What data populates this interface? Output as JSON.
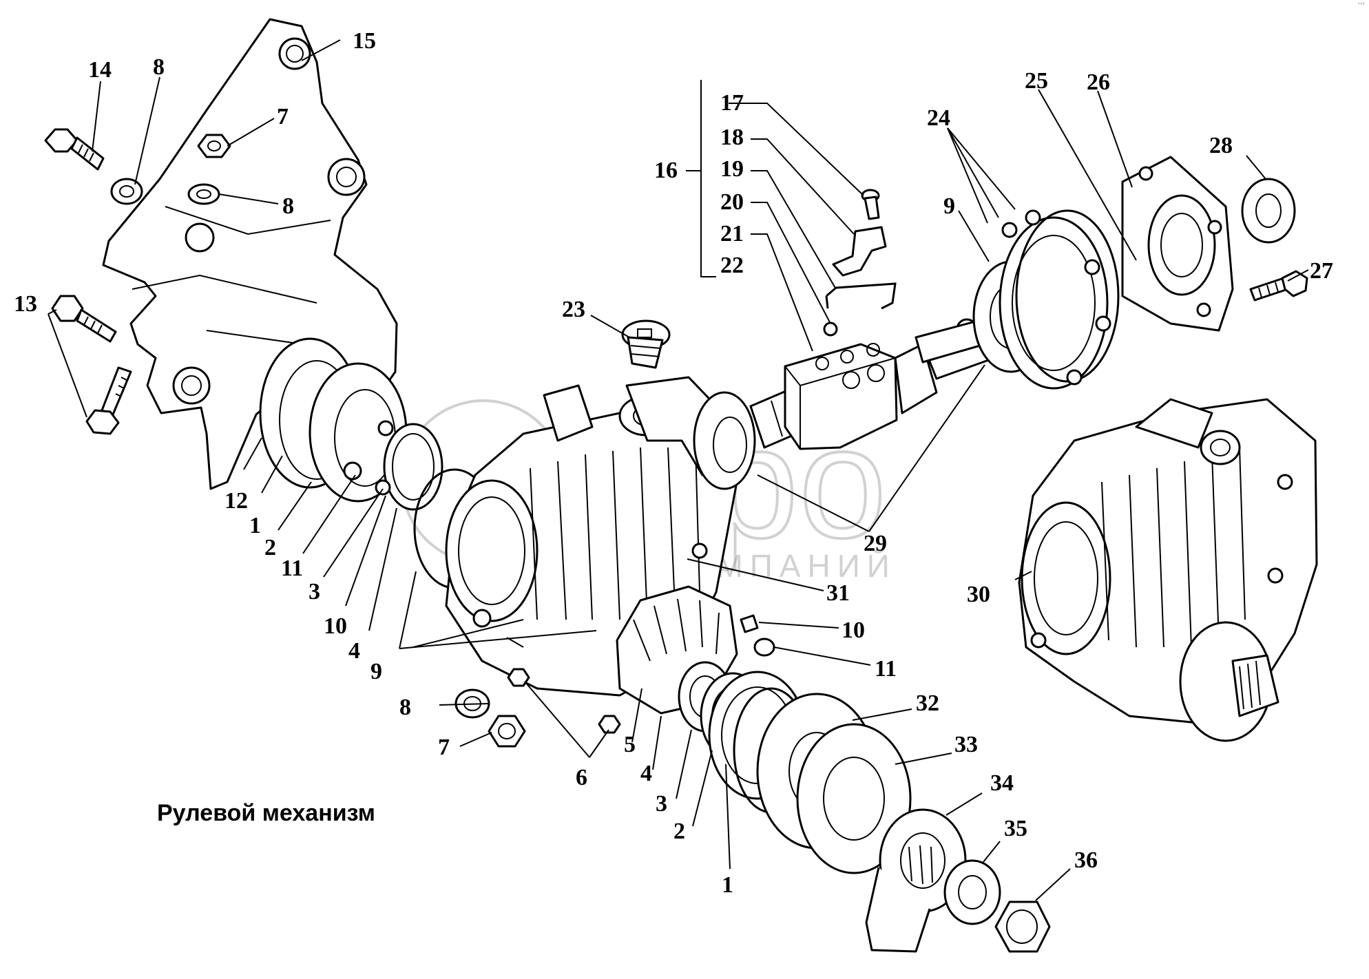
{
  "title": "Рулевой механизм",
  "watermark": {
    "brand": "агро",
    "subtitle": "ГРУППА КОМПАНИЙ"
  },
  "corner_mark": "’’’",
  "callouts": [
    "1",
    "2",
    "3",
    "4",
    "5",
    "6",
    "7",
    "8",
    "9",
    "10",
    "11",
    "12",
    "13",
    "14",
    "15",
    "16",
    "17",
    "18",
    "19",
    "20",
    "21",
    "22",
    "23",
    "24",
    "25",
    "26",
    "27",
    "28",
    "29",
    "30",
    "31",
    "32",
    "33",
    "34",
    "35",
    "36"
  ],
  "colors": {
    "line": "#000000",
    "background": "#ffffff",
    "watermark": "#9a9a9a"
  }
}
